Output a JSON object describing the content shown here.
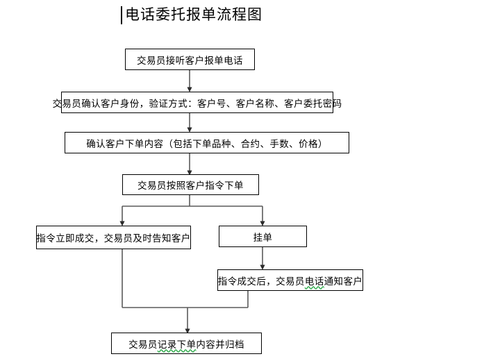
{
  "document": {
    "title": "电话委托报单流程图",
    "background_color": "#ffffff",
    "line_color": "#000000",
    "spellcheck_underline_color": "#27a844"
  },
  "flowchart": {
    "type": "flowchart",
    "orientation": "top-to-bottom",
    "nodes": [
      {
        "id": "n1",
        "label": "交易员接听客户报单电话",
        "shape": "rectangle"
      },
      {
        "id": "n2",
        "label": "交易员确认客户身份，验证方式：客户号、客户名称、客户委托密码",
        "shape": "rectangle"
      },
      {
        "id": "n3",
        "label": "确认客户下单内容（包括下单品种、合约、手数、价格）",
        "shape": "rectangle"
      },
      {
        "id": "n4",
        "label": "交易员按照客户指令下单",
        "shape": "rectangle"
      },
      {
        "id": "n5",
        "label": "指令立即成交，交易员及时告知客户",
        "shape": "rectangle"
      },
      {
        "id": "n6",
        "label": "挂单",
        "shape": "rectangle"
      },
      {
        "id": "n7",
        "label_before": "指令成交后，交易员",
        "label_marked": "电话",
        "label_after": "通知客户",
        "shape": "rectangle"
      },
      {
        "id": "n8",
        "label_before": "交易员",
        "label_marked": "记录下单",
        "label_after": "内容并归档",
        "shape": "rectangle"
      }
    ],
    "edges": [
      {
        "from": "n1",
        "to": "n2",
        "style": "arrow"
      },
      {
        "from": "n2",
        "to": "n3",
        "style": "arrow"
      },
      {
        "from": "n3",
        "to": "n4",
        "style": "arrow"
      },
      {
        "from": "n4",
        "to": "n5",
        "style": "branch-arrow"
      },
      {
        "from": "n4",
        "to": "n6",
        "style": "branch-arrow"
      },
      {
        "from": "n6",
        "to": "n7",
        "style": "arrow"
      },
      {
        "from": "n5",
        "to": "n8",
        "style": "merge-arrow"
      },
      {
        "from": "n7",
        "to": "n8",
        "style": "merge-arrow"
      }
    ]
  }
}
